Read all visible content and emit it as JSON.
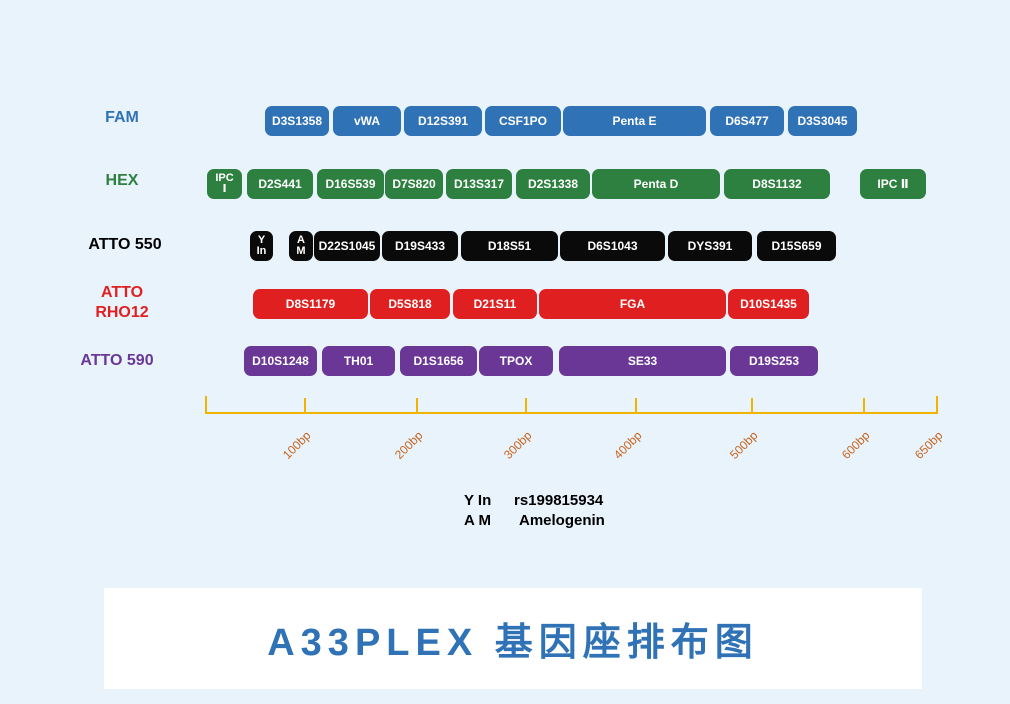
{
  "dyes": [
    {
      "label": "FAM",
      "color": "#2f72b6",
      "text_color": "#2f72b6",
      "loci": [
        {
          "name": "D3S1358"
        },
        {
          "name": "vWA"
        },
        {
          "name": "D12S391"
        },
        {
          "name": "CSF1PO"
        },
        {
          "name": "Penta E"
        },
        {
          "name": "D6S477"
        },
        {
          "name": "D3S3045"
        }
      ]
    },
    {
      "label": "HEX",
      "color": "#2e8040",
      "text_color": "#2e8040",
      "loci": [
        {
          "name": "IPC\nⅠ"
        },
        {
          "name": "D2S441"
        },
        {
          "name": "D16S539"
        },
        {
          "name": "D7S820"
        },
        {
          "name": "D13S317"
        },
        {
          "name": "D2S1338"
        },
        {
          "name": "Penta D"
        },
        {
          "name": "D8S1132"
        },
        {
          "name": "IPC Ⅱ"
        }
      ]
    },
    {
      "label": "ATTO 550",
      "color": "#0a0a0a",
      "text_color": "#000000",
      "loci": [
        {
          "name": "Y\nIn"
        },
        {
          "name": "A\nM"
        },
        {
          "name": "D22S1045"
        },
        {
          "name": "D19S433"
        },
        {
          "name": "D18S51"
        },
        {
          "name": "D6S1043"
        },
        {
          "name": "DYS391"
        },
        {
          "name": "D15S659"
        }
      ]
    },
    {
      "label": "ATTO\nRHO12",
      "color": "#e02020",
      "text_color": "#e02020",
      "loci": [
        {
          "name": "D8S1179"
        },
        {
          "name": "D5S818"
        },
        {
          "name": "D21S11"
        },
        {
          "name": "FGA"
        },
        {
          "name": "D10S1435"
        }
      ]
    },
    {
      "label": "ATTO 590",
      "color": "#6a3796",
      "text_color": "#6a3796",
      "loci": [
        {
          "name": "D10S1248"
        },
        {
          "name": "TH01"
        },
        {
          "name": "D1S1656"
        },
        {
          "name": "TPOX"
        },
        {
          "name": "SE33"
        },
        {
          "name": "D19S253"
        }
      ]
    }
  ],
  "axis": {
    "color": "#f0b400",
    "label_color": "#c8641e",
    "ticks": [
      "100bp",
      "200bp",
      "300bp",
      "400bp",
      "500bp",
      "600bp",
      "650bp"
    ]
  },
  "legend": [
    {
      "abbr": "Y In",
      "meaning": "rs199815934"
    },
    {
      "abbr": "A M",
      "meaning": "Amelogenin"
    }
  ],
  "title": "A33PLEX 基因座排布图"
}
